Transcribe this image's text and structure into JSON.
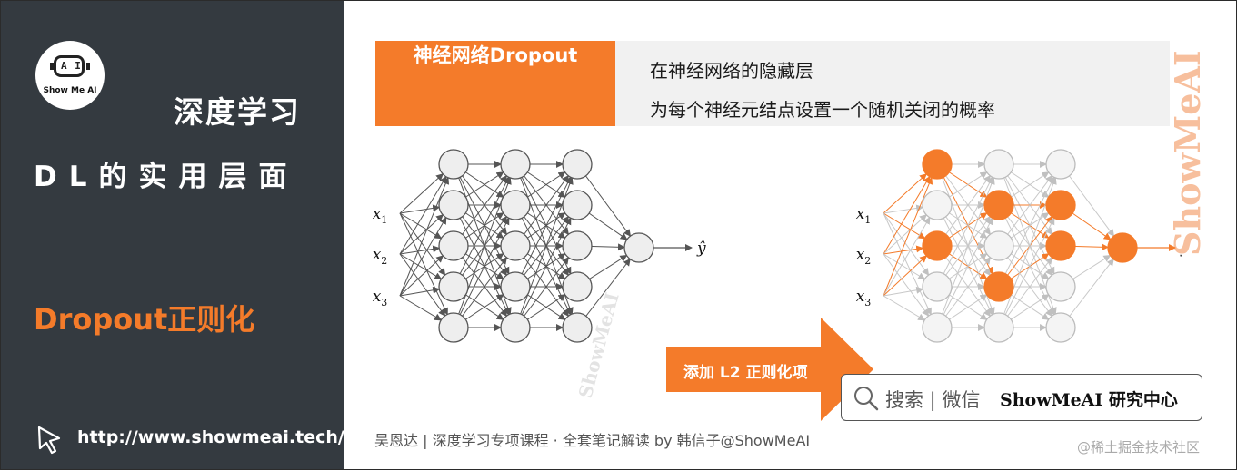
{
  "sidebar": {
    "logo_text": "Show Me AI",
    "logo_eyes": "A I",
    "title_line1": "深度学习",
    "title_line2": "DL的实用层面",
    "topic": "Dropout正则化",
    "url": "http://www.showmeai.tech/"
  },
  "header": {
    "label": "神经网络Dropout",
    "desc_line1": "在神经网络的隐藏层",
    "desc_line2": "为每个神经元结点设置一个随机关闭的概率"
  },
  "diagram": {
    "inputs": [
      "x",
      "x",
      "x"
    ],
    "input_subscripts": [
      "1",
      "2",
      "3"
    ],
    "output": "ŷ",
    "arrow_label": "添加 L2 正则化项",
    "colors": {
      "accent": "#f47b2a",
      "node_fill": "#eeeeee",
      "node_stroke": "#555555",
      "edge": "#555555",
      "edge_light": "#c8c8c8",
      "node_stroke_light": "#bbbbbb"
    },
    "dropout_active": [
      [
        true,
        false,
        true,
        false,
        false
      ],
      [
        false,
        true,
        false,
        true,
        false
      ],
      [
        false,
        true,
        true,
        false,
        false
      ]
    ]
  },
  "search": {
    "text": "搜索 | 微信",
    "brand": "ShowMeAI 研究中心"
  },
  "footer": {
    "credit": "吴恩达 | 深度学习专项课程 · 全套笔记解读  by 韩信子@ShowMeAI",
    "platform": "@稀土掘金技术社区"
  },
  "watermark": "ShowMeAI"
}
